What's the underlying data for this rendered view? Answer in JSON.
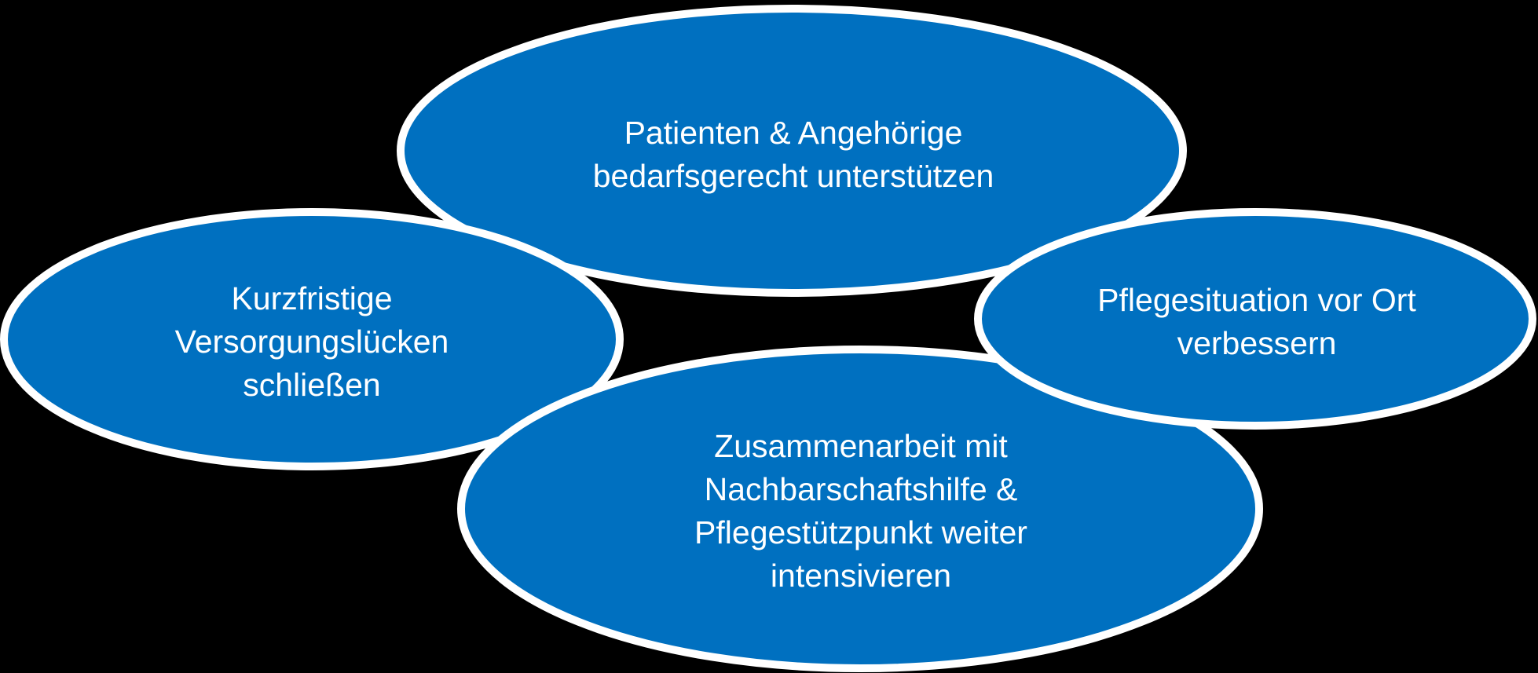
{
  "diagram": {
    "type": "overlapping-ellipses",
    "background_color": "#000000",
    "fill_color": "#0070C0",
    "border_color": "#FFFFFF",
    "text_color": "#FFFFFF",
    "nodes": [
      {
        "id": "top",
        "lines": [
          "Patienten & Angehörige",
          "bedarfsgerecht unterstützen"
        ]
      },
      {
        "id": "left",
        "lines": [
          "Kurzfristige",
          "Versorgungslücken",
          "schließen"
        ]
      },
      {
        "id": "bottom",
        "lines": [
          "Zusammenarbeit mit",
          "Nachbarschaftshilfe &",
          "Pflegestützpunkt weiter",
          "intensivieren"
        ]
      },
      {
        "id": "right",
        "lines": [
          "Pflegesituation vor Ort",
          "verbessern"
        ]
      }
    ]
  }
}
